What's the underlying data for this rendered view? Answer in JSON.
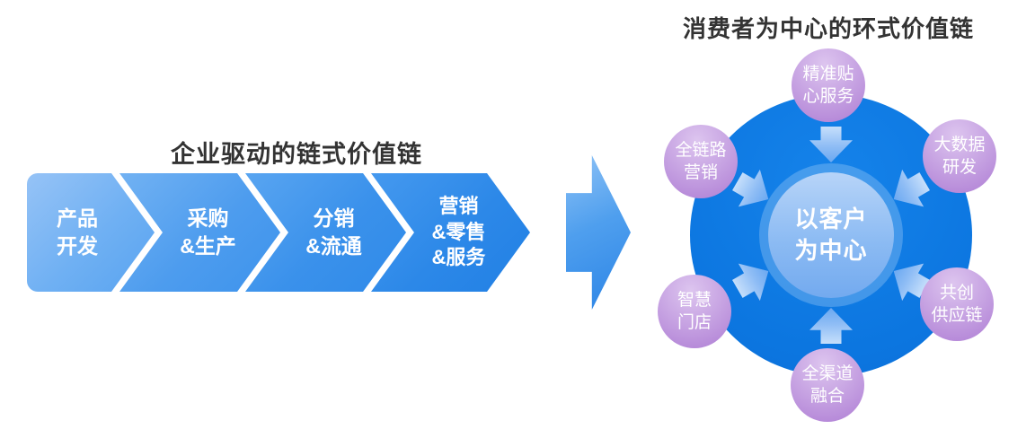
{
  "left_section": {
    "title": "企业驱动的链式价值链",
    "stages": [
      {
        "text": "产品\n开发",
        "position": "stage-1"
      },
      {
        "text": "采购\n&生产",
        "position": "stage-2"
      },
      {
        "text": "分销\n&流通",
        "position": "stage-3"
      },
      {
        "text": "营销\n&零售\n&服务",
        "position": "stage-4"
      }
    ]
  },
  "right_section": {
    "title": "消费者为中心的环式价值链",
    "center": {
      "text": "以客户\n为中心"
    },
    "nodes": [
      {
        "text": "精准贴\n心服务",
        "position": "top"
      },
      {
        "text": "大数据\n研发",
        "position": "top-right"
      },
      {
        "text": "共创\n供应链",
        "position": "bottom-right"
      },
      {
        "text": "全渠道\n融合",
        "position": "bottom"
      },
      {
        "text": "智慧\n门店",
        "position": "bottom-left"
      },
      {
        "text": "全链路\n营销",
        "position": "top-left"
      }
    ]
  },
  "colors": {
    "chevron_light": "#96c3f6",
    "chevron_dark": "#2180e5",
    "ring_blue": "#0d7ae4",
    "center_circle_blue": "#8cbbf3",
    "node_purple": "#c8a5e3",
    "inward_arrow_blue": "#8fbdf5",
    "title_text": "#333333",
    "stage_text": "#ffffff"
  }
}
